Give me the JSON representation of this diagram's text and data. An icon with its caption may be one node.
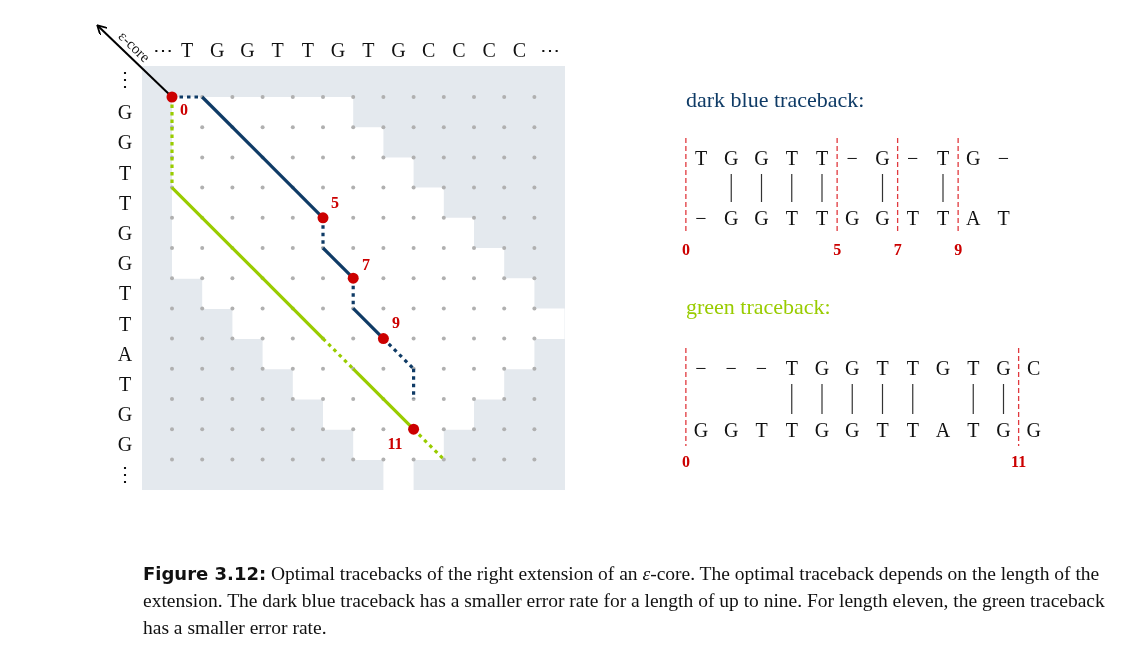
{
  "diagram": {
    "caption": "**Figure 3.12:** Optimal tracebacks of the right extension of an *ε*-core. The optimal traceback depends on the length of the extension. The dark blue traceback has a smaller error rate for a length of up to nine. For length eleven, the green traceback has a smaller error rate.",
    "labels": [
      "ε-core",
      "⋯",
      "T",
      "G",
      "G",
      "T",
      "T",
      "G",
      "T",
      "G",
      "C",
      "C",
      "C",
      "C",
      "⋯",
      "⋮",
      "G",
      "G",
      "T",
      "T",
      "G",
      "G",
      "T",
      "T",
      "A",
      "T",
      "G",
      "G",
      "⋮",
      "0",
      "5",
      "7",
      "9",
      "11",
      "dark blue traceback:",
      "T",
      "G",
      "G",
      "T",
      "T",
      "−",
      "G",
      "−",
      "T",
      "G",
      "−",
      "−",
      "G",
      "G",
      "T",
      "T",
      "G",
      "G",
      "T",
      "T",
      "A",
      "T",
      "0",
      "5",
      "7",
      "9",
      "green traceback:",
      "−",
      "−",
      "−",
      "T",
      "G",
      "G",
      "T",
      "T",
      "G",
      "T",
      "G",
      "C",
      "G",
      "G",
      "T",
      "T",
      "G",
      "G",
      "T",
      "T",
      "A",
      "T",
      "G",
      "G",
      "0",
      "11"
    ]
  }
}
